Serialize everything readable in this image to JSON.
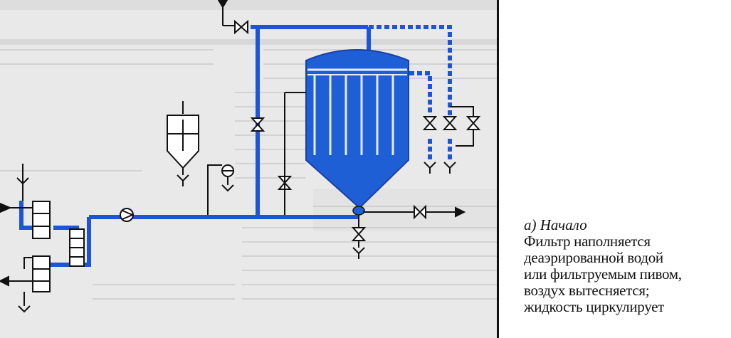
{
  "caption": {
    "subtitle": "а) Начало",
    "lines": [
      "Фильтр наполняется",
      "деаэрированной водой",
      "или фильтруемым пивом,",
      "воздух вытесняется;",
      "жидкость циркулирует"
    ]
  },
  "colors": {
    "pipe_blue": "#1c55d8",
    "tank_blue": "#1f5fd6",
    "line_black": "#111111",
    "background_paper": "#e9e9e9",
    "faded_text": "#9a9a9a"
  }
}
